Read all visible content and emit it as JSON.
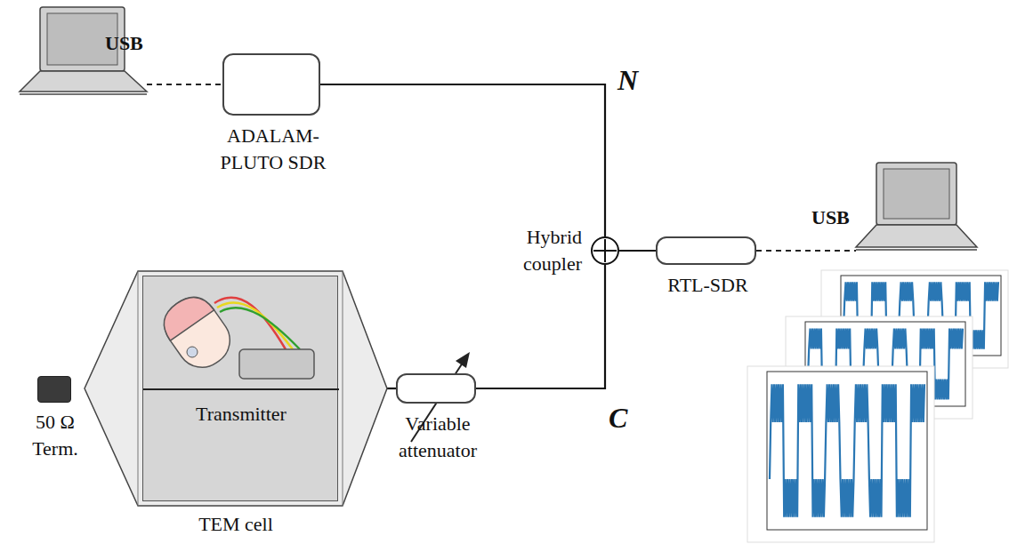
{
  "diagram": {
    "nodes": [
      {
        "text": [
          "ADALAM-PLUTO SDR"
        ]
      },
      {
        "text": [
          "Hybrid coupler"
        ]
      },
      {
        "text": [
          "RTL-SDR"
        ]
      },
      {
        "text": [
          "TEM cell"
        ]
      },
      {
        "text": [
          "Transmitter"
        ],
        "in": 3
      },
      {
        "text": [
          "Variable attenuator"
        ]
      },
      {
        "text": [
          "50 Ω Term."
        ]
      }
    ],
    "edges": [
      {
        "from": 0,
        "to": 1,
        "arrow": "none"
      },
      {
        "from": 1,
        "to": 2,
        "arrow": "none"
      },
      {
        "from": 3,
        "to": 5,
        "arrow": "none"
      },
      {
        "from": 5,
        "to": 1,
        "arrow": "none"
      }
    ],
    "labels": [
      "USB",
      "USB",
      "N",
      "C"
    ]
  }
}
